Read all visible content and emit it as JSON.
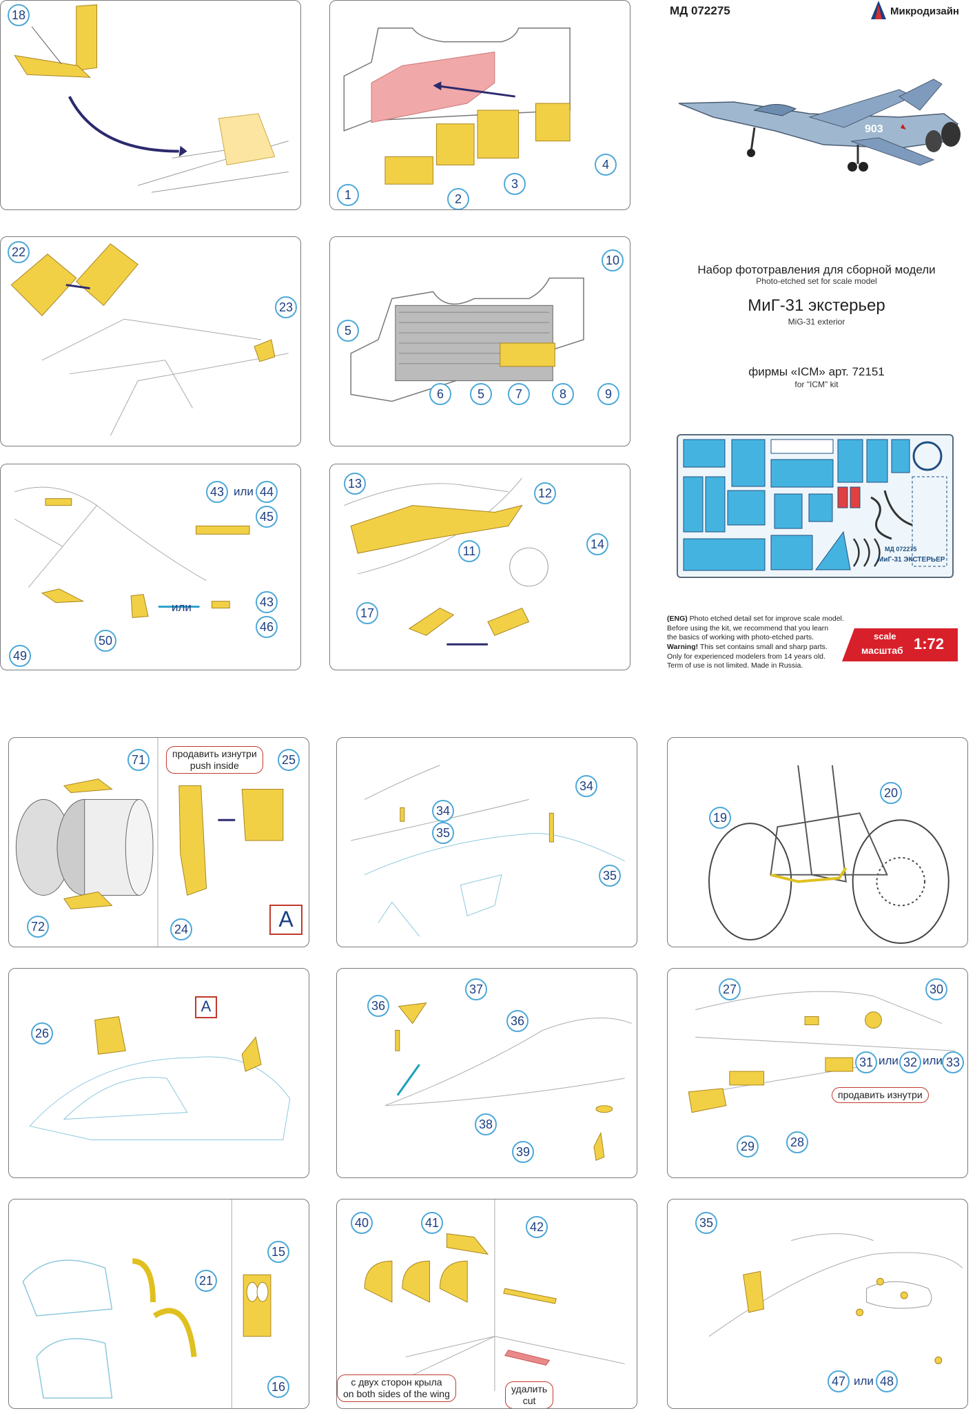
{
  "header": {
    "article": "МД 072275",
    "brand": "Микродизайн"
  },
  "title": {
    "ru_line": "Набор фототравления для сборной модели",
    "en_line": "Photo-etched set for scale model",
    "model_ru": "МиГ-31 экстерьер",
    "model_en": "MiG-31 exterior",
    "kit_ru": "фирмы «ICM» арт. 72151",
    "kit_en": "for \"ICM\" kit"
  },
  "aircraft_number": "903",
  "fret_label": {
    "code": "МД 072275",
    "name": "МиГ-31 ЭКСТЕРЬЕР"
  },
  "disclaimer": {
    "lang": "(ENG)",
    "line1": "Photo etched detail set for improve scale model.",
    "line2": "Before using the kit, we recommend that you learn",
    "line3": "the basics of working with photo-etched parts.",
    "warn": "Warning!",
    "line4": "This set contains small and sharp parts.",
    "line5": "Only for experienced modelers from 14 years old.",
    "line6": "Term of use is not limited. Made in Russia."
  },
  "scale": {
    "en": "scale",
    "ru": "масштаб",
    "value": "1:72"
  },
  "words": {
    "or": "или",
    "push_ru": "продавить изнутри",
    "push_en": "push inside",
    "both_ru": "с двух сторон крыла",
    "both_en": "on both sides of the wing",
    "cut_ru": "удалить",
    "cut_en": "cut",
    "A": "A"
  },
  "p1": {
    "n18": "18"
  },
  "p2": {
    "n1": "1",
    "n2": "2",
    "n3": "3",
    "n4": "4"
  },
  "p3": {
    "n22": "22",
    "n23": "23"
  },
  "p4": {
    "n10": "10",
    "n5a": "5",
    "n6": "6",
    "n5b": "5",
    "n7": "7",
    "n8": "8",
    "n9": "9"
  },
  "p5": {
    "n43a": "43",
    "n44": "44",
    "n45": "45",
    "n43b": "43",
    "n46": "46",
    "n49": "49",
    "n50": "50"
  },
  "p6": {
    "n13": "13",
    "n12": "12",
    "n11": "11",
    "n14": "14",
    "n17": "17"
  },
  "p7": {
    "n71": "71",
    "n25": "25",
    "n72": "72",
    "n24": "24"
  },
  "p8": {
    "n34a": "34",
    "n35a": "35",
    "n34b": "34",
    "n35b": "35"
  },
  "p9": {
    "n19": "19",
    "n20": "20"
  },
  "p10": {
    "n26": "26"
  },
  "p11": {
    "n37": "37",
    "n36a": "36",
    "n36b": "36",
    "n38": "38",
    "n39": "39"
  },
  "p12": {
    "n27": "27",
    "n30": "30",
    "n31": "31",
    "n32": "32",
    "n33": "33",
    "n29": "29",
    "n28": "28"
  },
  "p13": {
    "n15": "15",
    "n21": "21",
    "n16": "16"
  },
  "p14": {
    "n40": "40",
    "n41": "41",
    "n42": "42"
  },
  "p15": {
    "n35": "35",
    "n47": "47",
    "n48": "48"
  }
}
